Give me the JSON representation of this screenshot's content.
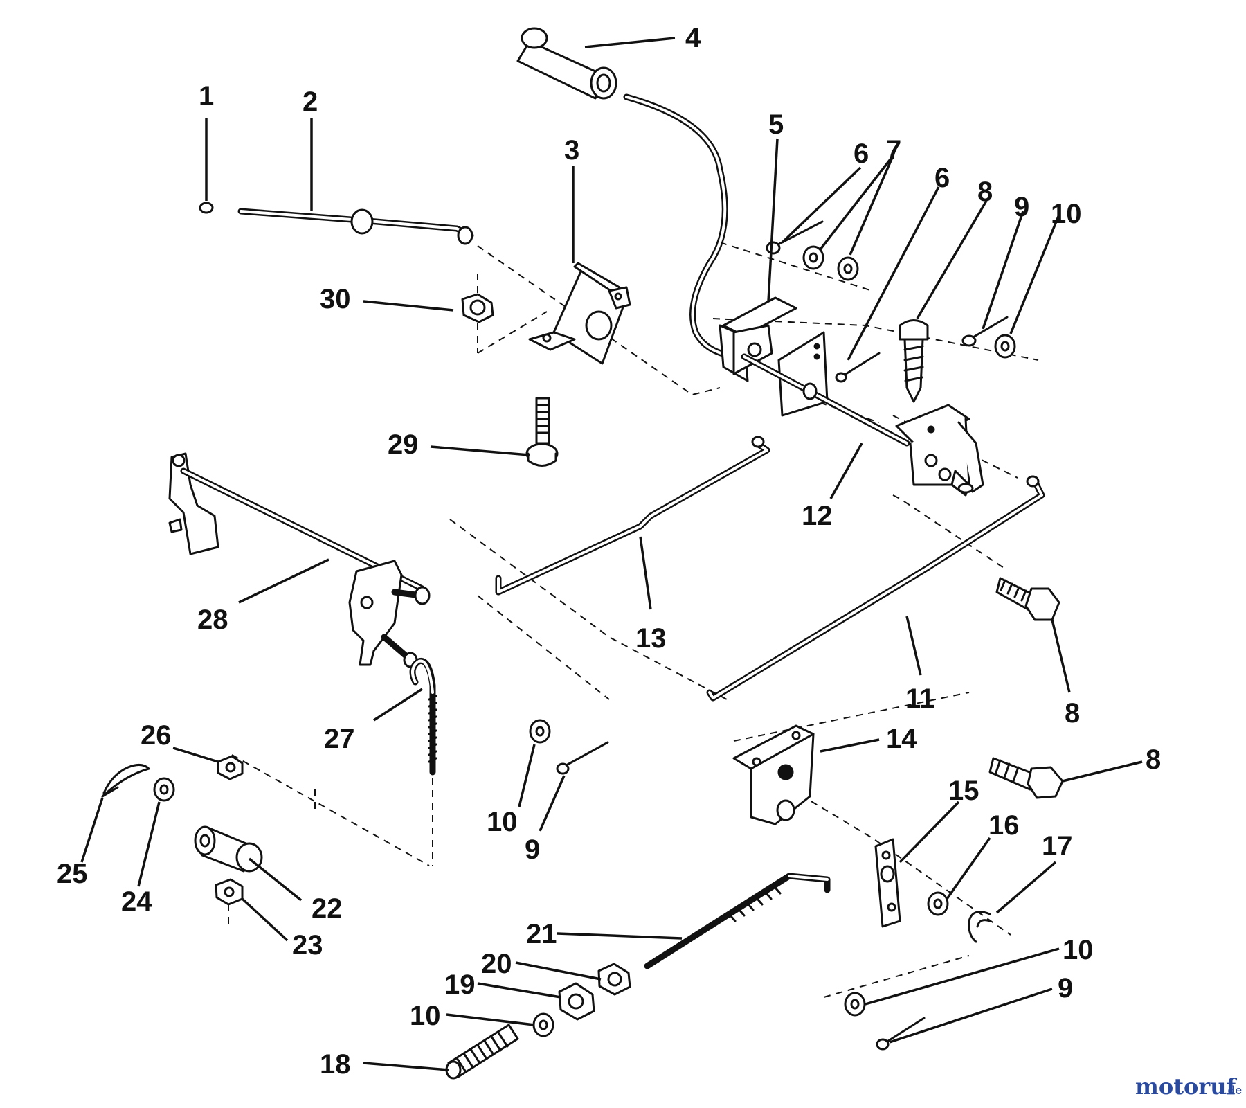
{
  "watermark": {
    "text": "motoruf",
    "suffix": ".de",
    "color": "#2a4aa0"
  },
  "callouts": [
    {
      "id": "c1",
      "label": "1"
    },
    {
      "id": "c2",
      "label": "2"
    },
    {
      "id": "c3",
      "label": "3"
    },
    {
      "id": "c4",
      "label": "4"
    },
    {
      "id": "c5",
      "label": "5"
    },
    {
      "id": "c6a",
      "label": "6"
    },
    {
      "id": "c7",
      "label": "7"
    },
    {
      "id": "c6b",
      "label": "6"
    },
    {
      "id": "c8a",
      "label": "8"
    },
    {
      "id": "c9a",
      "label": "9"
    },
    {
      "id": "c10a",
      "label": "10"
    },
    {
      "id": "c30",
      "label": "30"
    },
    {
      "id": "c29",
      "label": "29"
    },
    {
      "id": "c12",
      "label": "12"
    },
    {
      "id": "c28",
      "label": "28"
    },
    {
      "id": "c13",
      "label": "13"
    },
    {
      "id": "c11",
      "label": "11"
    },
    {
      "id": "c8b",
      "label": "8"
    },
    {
      "id": "c27",
      "label": "27"
    },
    {
      "id": "c26",
      "label": "26"
    },
    {
      "id": "c10b",
      "label": "10"
    },
    {
      "id": "c9b",
      "label": "9"
    },
    {
      "id": "c14",
      "label": "14"
    },
    {
      "id": "c8c",
      "label": "8"
    },
    {
      "id": "c15",
      "label": "15"
    },
    {
      "id": "c16",
      "label": "16"
    },
    {
      "id": "c17",
      "label": "17"
    },
    {
      "id": "c25",
      "label": "25"
    },
    {
      "id": "c24",
      "label": "24"
    },
    {
      "id": "c22",
      "label": "22"
    },
    {
      "id": "c23",
      "label": "23"
    },
    {
      "id": "c21",
      "label": "21"
    },
    {
      "id": "c20",
      "label": "20"
    },
    {
      "id": "c19",
      "label": "19"
    },
    {
      "id": "c10c",
      "label": "10"
    },
    {
      "id": "c18",
      "label": "18"
    },
    {
      "id": "c10d",
      "label": "10"
    },
    {
      "id": "c9c",
      "label": "9"
    }
  ]
}
